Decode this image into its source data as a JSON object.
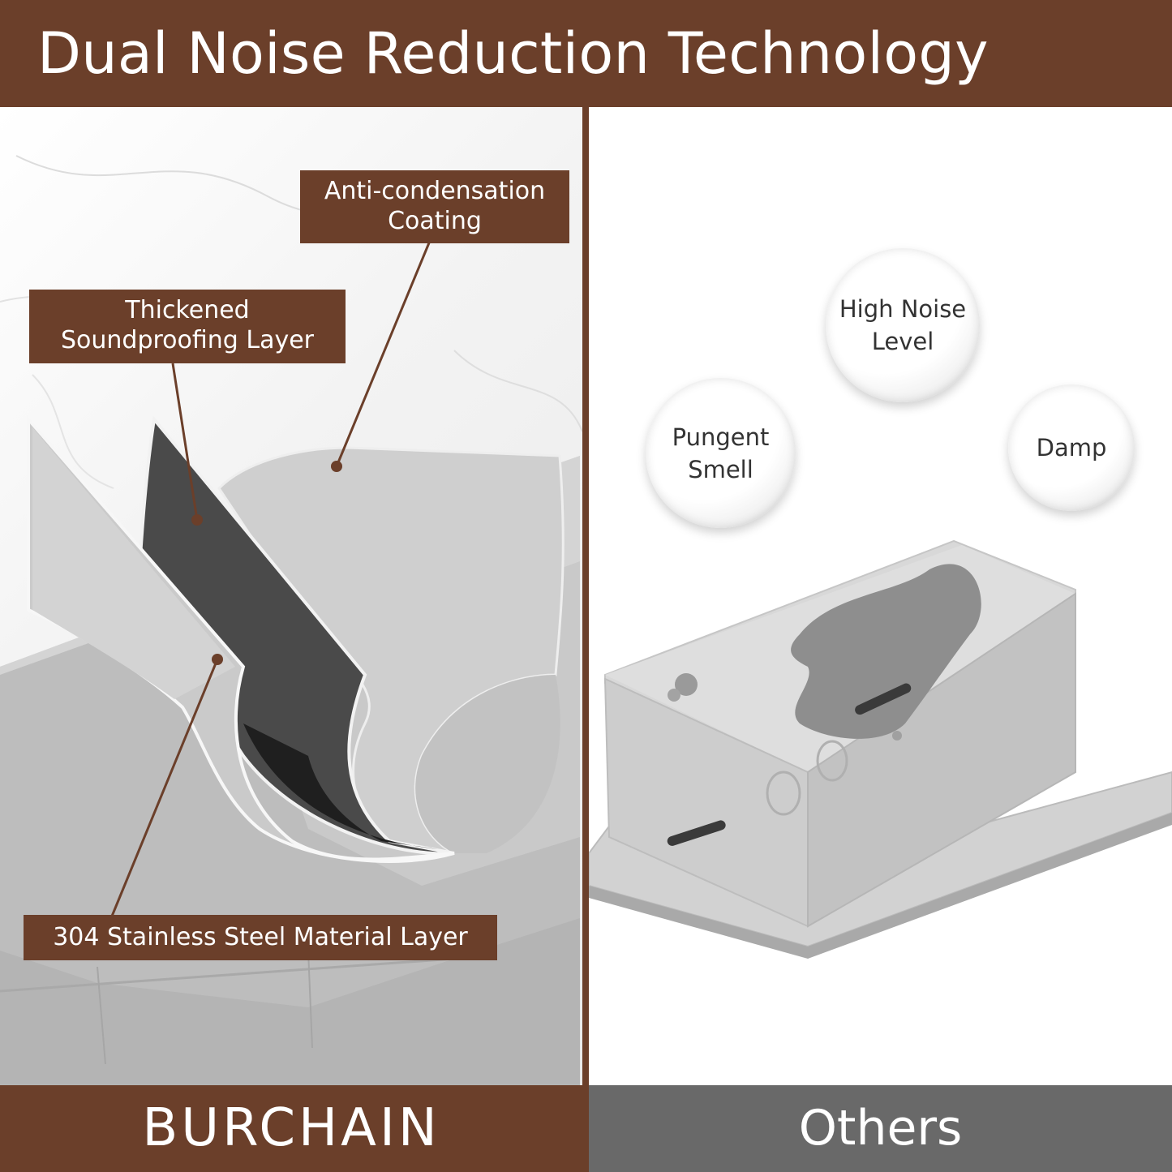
{
  "header": {
    "title": "Dual Noise Reduction Technology"
  },
  "left_panel": {
    "callouts": {
      "coating": [
        "Anti-condensation",
        "Coating"
      ],
      "soundproofing": [
        "Thickened",
        "Soundproofing Layer"
      ],
      "steel": [
        "304 Stainless Steel Material Layer"
      ]
    },
    "footer_label": "BURCHAIN"
  },
  "right_panel": {
    "bubbles": {
      "noise": [
        "High Noise",
        "Level"
      ],
      "smell": [
        "Pungent",
        "Smell"
      ],
      "damp": [
        "Damp"
      ]
    },
    "footer_label": "Others"
  },
  "colors": {
    "brand_brown": "#6b3f2a",
    "others_gray": "#696969"
  }
}
